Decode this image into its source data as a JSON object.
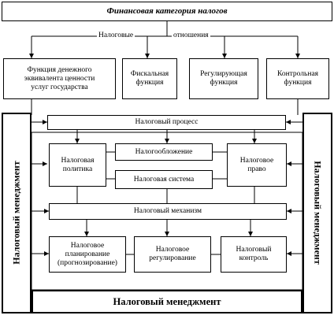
{
  "title": "Финансовая категория налогов",
  "relations": {
    "left": "Налоговые",
    "right": "отношения"
  },
  "functions": [
    "Функция денежного\nэквивалента ценности\nуслуг государства",
    "Фискальная\nфункция",
    "Регулирующая\nфункция",
    "Контрольная\nфункция"
  ],
  "process": "Налоговый процесс",
  "policy": "Налоговая\nполитика",
  "taxation": "Налогообложение",
  "system": "Налоговая система",
  "law": "Налоговое\nправо",
  "mechanism": "Налоговый механизм",
  "planning": "Налоговое\nпланирование\n(прогнозирование)",
  "regulation": "Налоговое\nрегулирование",
  "control": "Налоговый\nконтроль",
  "management": {
    "left": "Налоговый менеджмент",
    "right": "Налоговый менеджмент",
    "bottom": "Налоговый менеджмент"
  }
}
